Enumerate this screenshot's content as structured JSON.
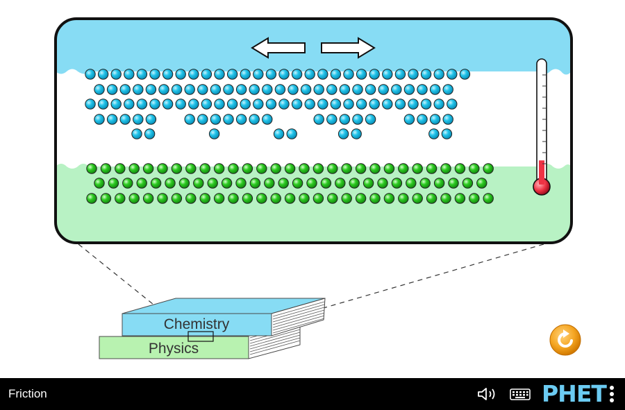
{
  "app": {
    "title": "Friction"
  },
  "books": {
    "top_label": "Chemistry",
    "bottom_label": "Physics"
  },
  "magnifier": {
    "top_material_color": "#87dcf4",
    "bottom_material_color": "#b8f2c4",
    "top_atom_color": "#22c4ea",
    "bottom_atom_color": "#2ecc22",
    "top_atom_rows": [
      {
        "count": 30,
        "full": true
      },
      {
        "count": 28,
        "full": true
      },
      {
        "count": 29,
        "full": true
      },
      {
        "count": 21,
        "full": false
      },
      {
        "count": 10,
        "full": false
      }
    ],
    "bottom_atom_rows": [
      {
        "count": 29
      },
      {
        "count": 28
      },
      {
        "count": 29
      }
    ]
  },
  "thermometer": {
    "level": 0.2,
    "fill_color": "#ee3344"
  },
  "controls": {
    "drag_left_icon": "left-arrow-icon",
    "drag_right_icon": "right-arrow-icon",
    "reset_icon": "reset-all-icon",
    "reset_color": "#f5a623"
  },
  "navbar": {
    "background": "#000000",
    "sound_icon": "sound-on-icon",
    "keyboard_icon": "keyboard-icon",
    "logo_text_ph": "PH",
    "logo_text_et": "ET",
    "menu_icon": "kebab-menu-icon"
  }
}
